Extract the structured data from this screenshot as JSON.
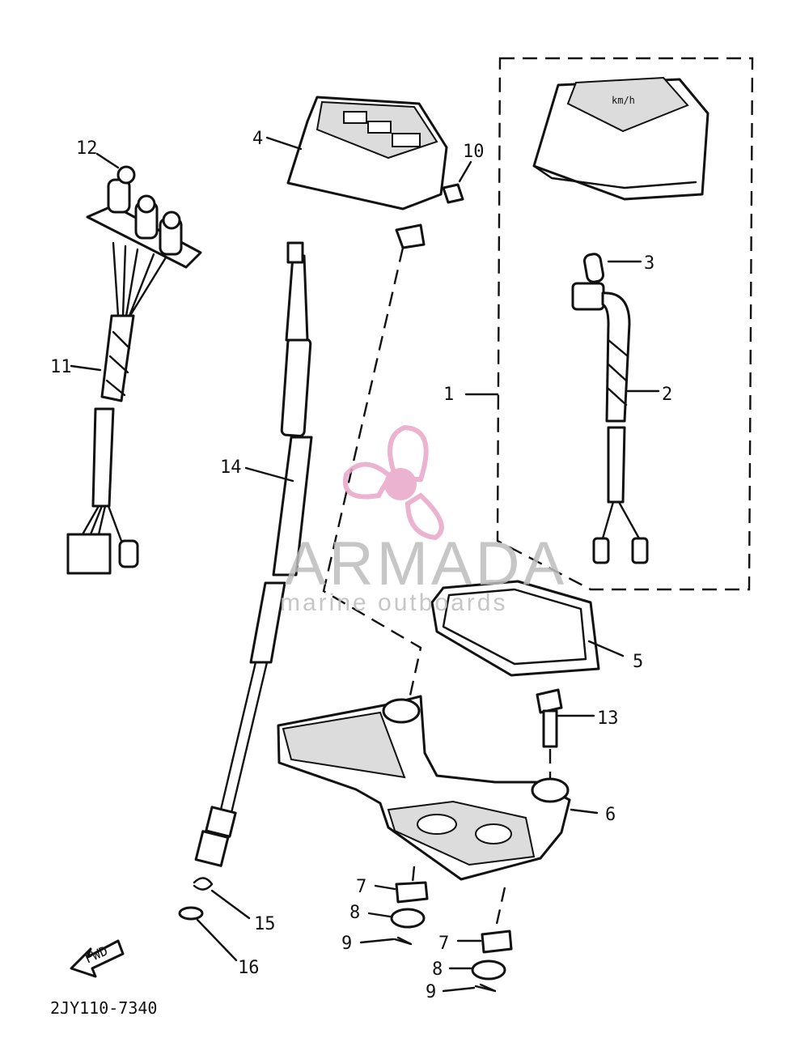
{
  "callouts": {
    "c1": "1",
    "c2": "2",
    "c3": "3",
    "c4": "4",
    "c5": "5",
    "c6": "6",
    "c7a": "7",
    "c7b": "7",
    "c8a": "8",
    "c8b": "8",
    "c9a": "9",
    "c9b": "9",
    "c10": "10",
    "c11": "11",
    "c12": "12",
    "c13": "13",
    "c14": "14",
    "c15": "15",
    "c16": "16"
  },
  "fwd_label": "FWD",
  "diagram_code": "2JY110-7340",
  "watermark": {
    "brand": "ARMADA",
    "tagline": "marine outboards",
    "color": "#e8a6c8"
  }
}
